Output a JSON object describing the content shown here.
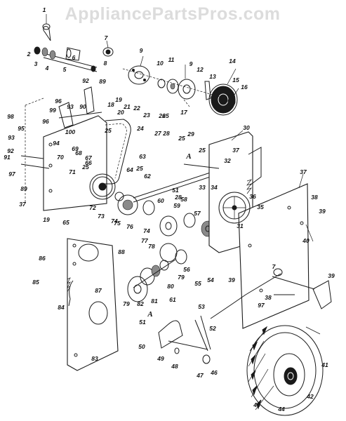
{
  "watermark": "AppliancePartsPros.com",
  "reference_letter": "A",
  "callouts": [
    "1",
    "2",
    "3",
    "4",
    "5",
    "6",
    "7",
    "8",
    "9",
    "10",
    "11",
    "12",
    "13",
    "14",
    "15",
    "16",
    "17",
    "18",
    "19",
    "20",
    "21",
    "22",
    "23",
    "24",
    "25",
    "26",
    "27",
    "28",
    "29",
    "30",
    "31",
    "32",
    "33",
    "34",
    "35",
    "36",
    "37",
    "38",
    "39",
    "40",
    "41",
    "42",
    "44",
    "45",
    "46",
    "47",
    "48",
    "49",
    "50",
    "51",
    "52",
    "53",
    "54",
    "55",
    "56",
    "57",
    "58",
    "59",
    "60",
    "61",
    "62",
    "63",
    "64",
    "65",
    "66",
    "67",
    "68",
    "69",
    "70",
    "71",
    "72",
    "73",
    "74",
    "75",
    "76",
    "77",
    "78",
    "79",
    "80",
    "81",
    "82",
    "83",
    "84",
    "85",
    "86",
    "87",
    "88",
    "89",
    "90",
    "91",
    "92",
    "93",
    "94",
    "95",
    "96",
    "97",
    "98",
    "99",
    "100"
  ]
}
